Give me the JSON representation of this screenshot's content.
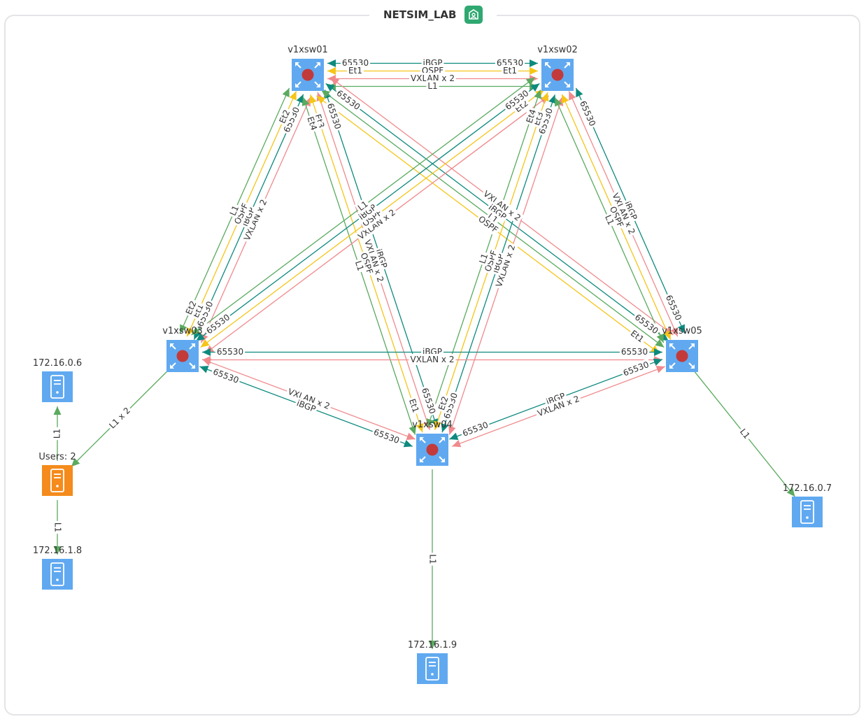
{
  "title": "NETSIM_LAB",
  "site_icon": "site-building-icon",
  "colors": {
    "ibgp": "#0d8a7e",
    "ospf": "#f5c518",
    "vxlan": "#f08a8d",
    "l1": "#5aaa5f",
    "switch": "#60a9f0",
    "switch_dot": "#c33a3a",
    "host": "#60a9f0",
    "users": "#f48b1c"
  },
  "nodes": [
    {
      "id": "v1xsw01",
      "label": "v1xsw01",
      "type": "switch",
      "icon": "switch-icon"
    },
    {
      "id": "v1xsw02",
      "label": "v1xsw02",
      "type": "switch",
      "icon": "switch-icon"
    },
    {
      "id": "v1xsw03",
      "label": "v1xsw03",
      "type": "switch",
      "icon": "switch-icon"
    },
    {
      "id": "v1xsw04",
      "label": "v1xsw04",
      "type": "switch",
      "icon": "switch-icon"
    },
    {
      "id": "v1xsw05",
      "label": "v1xsw05",
      "type": "switch",
      "icon": "switch-icon"
    },
    {
      "id": "h06",
      "label": "172.16.0.6",
      "type": "host",
      "icon": "server-icon"
    },
    {
      "id": "users",
      "label": "Users: 2",
      "type": "users",
      "icon": "server-icon"
    },
    {
      "id": "h18",
      "label": "172.16.1.8",
      "type": "host",
      "icon": "server-icon"
    },
    {
      "id": "h19",
      "label": "172.16.1.9",
      "type": "host",
      "icon": "server-icon"
    },
    {
      "id": "h07",
      "label": "172.16.0.7",
      "type": "host",
      "icon": "server-icon"
    }
  ],
  "links": [
    {
      "from": "v1xsw01",
      "to": "v1xsw02",
      "type": "ibgp",
      "label": "iBGP",
      "from_end": "65530",
      "to_end": "65530"
    },
    {
      "from": "v1xsw01",
      "to": "v1xsw02",
      "type": "ospf",
      "label": "OSPF",
      "from_end": "Et1",
      "to_end": "Et1"
    },
    {
      "from": "v1xsw01",
      "to": "v1xsw02",
      "type": "vxlan",
      "label": "VXLAN x 2",
      "from_end": "",
      "to_end": ""
    },
    {
      "from": "v1xsw01",
      "to": "v1xsw02",
      "type": "l1",
      "label": "L1",
      "from_end": "",
      "to_end": ""
    },
    {
      "from": "v1xsw01",
      "to": "v1xsw03",
      "type": "vxlan",
      "label": "VXLAN x 2",
      "from_end": "",
      "to_end": ""
    },
    {
      "from": "v1xsw01",
      "to": "v1xsw03",
      "type": "ibgp",
      "label": "iBGP",
      "from_end": "65530",
      "to_end": "65530"
    },
    {
      "from": "v1xsw01",
      "to": "v1xsw03",
      "type": "ospf",
      "label": "OSPF",
      "from_end": "Et2",
      "to_end": "Et1"
    },
    {
      "from": "v1xsw01",
      "to": "v1xsw03",
      "type": "l1",
      "label": "L1",
      "from_end": "",
      "to_end": "Et2"
    },
    {
      "from": "v1xsw01",
      "to": "v1xsw04",
      "type": "ibgp",
      "label": "iBGP",
      "from_end": "65530",
      "to_end": "65530"
    },
    {
      "from": "v1xsw01",
      "to": "v1xsw04",
      "type": "vxlan",
      "label": "VXLAN x 2",
      "from_end": "",
      "to_end": ""
    },
    {
      "from": "v1xsw01",
      "to": "v1xsw04",
      "type": "ospf",
      "label": "OSPF",
      "from_end": "Et3",
      "to_end": "Et1"
    },
    {
      "from": "v1xsw01",
      "to": "v1xsw04",
      "type": "l1",
      "label": "L1",
      "from_end": "Et4",
      "to_end": ""
    },
    {
      "from": "v1xsw01",
      "to": "v1xsw05",
      "type": "vxlan",
      "label": "VXLAN x 2",
      "from_end": "",
      "to_end": ""
    },
    {
      "from": "v1xsw01",
      "to": "v1xsw05",
      "type": "ibgp",
      "label": "iBGP",
      "from_end": "65530",
      "to_end": "65530"
    },
    {
      "from": "v1xsw01",
      "to": "v1xsw05",
      "type": "l1",
      "label": "L1",
      "from_end": "",
      "to_end": ""
    },
    {
      "from": "v1xsw01",
      "to": "v1xsw05",
      "type": "ospf",
      "label": "OSPF",
      "from_end": "",
      "to_end": "Et1"
    },
    {
      "from": "v1xsw02",
      "to": "v1xsw03",
      "type": "vxlan",
      "label": "VXLAN x 2",
      "from_end": "",
      "to_end": ""
    },
    {
      "from": "v1xsw02",
      "to": "v1xsw03",
      "type": "ospf",
      "label": "OSPF",
      "from_end": "Et2",
      "to_end": ""
    },
    {
      "from": "v1xsw02",
      "to": "v1xsw03",
      "type": "ibgp",
      "label": "iBGP",
      "from_end": "65530",
      "to_end": "65530"
    },
    {
      "from": "v1xsw02",
      "to": "v1xsw03",
      "type": "l1",
      "label": "L1",
      "from_end": "",
      "to_end": ""
    },
    {
      "from": "v1xsw02",
      "to": "v1xsw04",
      "type": "vxlan",
      "label": "VXLAN x 2",
      "from_end": "",
      "to_end": ""
    },
    {
      "from": "v1xsw02",
      "to": "v1xsw04",
      "type": "ibgp",
      "label": "iBGP",
      "from_end": "65530",
      "to_end": "65530"
    },
    {
      "from": "v1xsw02",
      "to": "v1xsw04",
      "type": "ospf",
      "label": "OSPF",
      "from_end": "Et3",
      "to_end": "Et2"
    },
    {
      "from": "v1xsw02",
      "to": "v1xsw04",
      "type": "l1",
      "label": "L1",
      "from_end": "Et4",
      "to_end": ""
    },
    {
      "from": "v1xsw02",
      "to": "v1xsw05",
      "type": "ibgp",
      "label": "iBGP",
      "from_end": "65530",
      "to_end": "65530"
    },
    {
      "from": "v1xsw02",
      "to": "v1xsw05",
      "type": "vxlan",
      "label": "VXLAN x 2",
      "from_end": "",
      "to_end": ""
    },
    {
      "from": "v1xsw02",
      "to": "v1xsw05",
      "type": "ospf",
      "label": "OSPF",
      "from_end": "",
      "to_end": ""
    },
    {
      "from": "v1xsw02",
      "to": "v1xsw05",
      "type": "l1",
      "label": "L1",
      "from_end": "",
      "to_end": ""
    },
    {
      "from": "v1xsw03",
      "to": "v1xsw05",
      "type": "ibgp",
      "label": "iBGP",
      "from_end": "65530",
      "to_end": "65530"
    },
    {
      "from": "v1xsw03",
      "to": "v1xsw05",
      "type": "vxlan",
      "label": "VXLAN x 2",
      "from_end": "",
      "to_end": ""
    },
    {
      "from": "v1xsw03",
      "to": "v1xsw04",
      "type": "vxlan",
      "label": "VXLAN x 2",
      "from_end": "",
      "to_end": ""
    },
    {
      "from": "v1xsw03",
      "to": "v1xsw04",
      "type": "ibgp",
      "label": "iBGP",
      "from_end": "65530",
      "to_end": "65530"
    },
    {
      "from": "v1xsw04",
      "to": "v1xsw05",
      "type": "ibgp",
      "label": "iBGP",
      "from_end": "65530",
      "to_end": "65530"
    },
    {
      "from": "v1xsw04",
      "to": "v1xsw05",
      "type": "vxlan",
      "label": "VXLAN x 2",
      "from_end": "",
      "to_end": ""
    },
    {
      "from": "v1xsw03",
      "to": "users",
      "type": "l1",
      "label": "L1 x 2",
      "from_end": "",
      "to_end": ""
    },
    {
      "from": "users",
      "to": "h06",
      "type": "l1",
      "label": "L1",
      "from_end": "",
      "to_end": ""
    },
    {
      "from": "users",
      "to": "h18",
      "type": "l1",
      "label": "L1",
      "from_end": "",
      "to_end": ""
    },
    {
      "from": "v1xsw04",
      "to": "h19",
      "type": "l1",
      "label": "L1",
      "from_end": "",
      "to_end": ""
    },
    {
      "from": "v1xsw05",
      "to": "h07",
      "type": "l1",
      "label": "L1",
      "from_end": "",
      "to_end": ""
    }
  ]
}
